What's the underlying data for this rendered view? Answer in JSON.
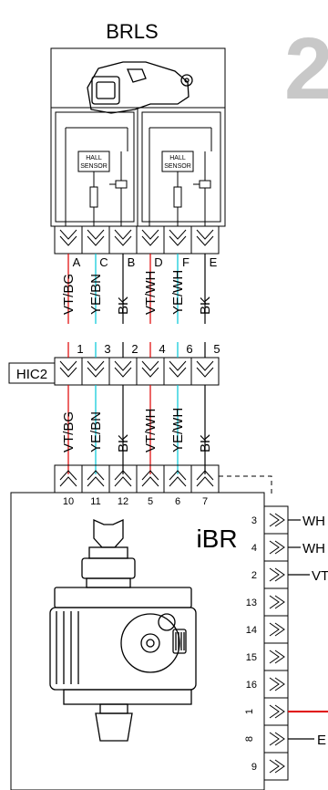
{
  "page_number": "2",
  "sensor": {
    "title": "BRLS",
    "hall_label_1": "HALL",
    "hall_label_2": "SENSOR",
    "pins": [
      "A",
      "C",
      "B",
      "D",
      "F",
      "E"
    ]
  },
  "wires_upper": [
    "VT/BG",
    "YE/BN",
    "BK",
    "VT/WH",
    "YE/WH",
    "BK"
  ],
  "connector": {
    "name": "HIC2",
    "pins": [
      "1",
      "3",
      "2",
      "4",
      "6",
      "5"
    ]
  },
  "wires_lower": [
    "VT/BG",
    "YE/BN",
    "BK",
    "VT/WH",
    "YE/WH",
    "BK"
  ],
  "module": {
    "name": "iBR",
    "top_pins": [
      "10",
      "11",
      "12",
      "5",
      "6",
      "7"
    ],
    "side_pins": [
      {
        "num": "3",
        "wire": "WH"
      },
      {
        "num": "4",
        "wire": "WH"
      },
      {
        "num": "2",
        "wire": "VT"
      },
      {
        "num": "13",
        "wire": ""
      },
      {
        "num": "14",
        "wire": ""
      },
      {
        "num": "15",
        "wire": ""
      },
      {
        "num": "16",
        "wire": ""
      },
      {
        "num": "1",
        "wire": ""
      },
      {
        "num": "8",
        "wire": "E"
      },
      {
        "num": "9",
        "wire": ""
      }
    ]
  },
  "colors": {
    "red": "#e00000",
    "cyan": "#00c8d8"
  }
}
